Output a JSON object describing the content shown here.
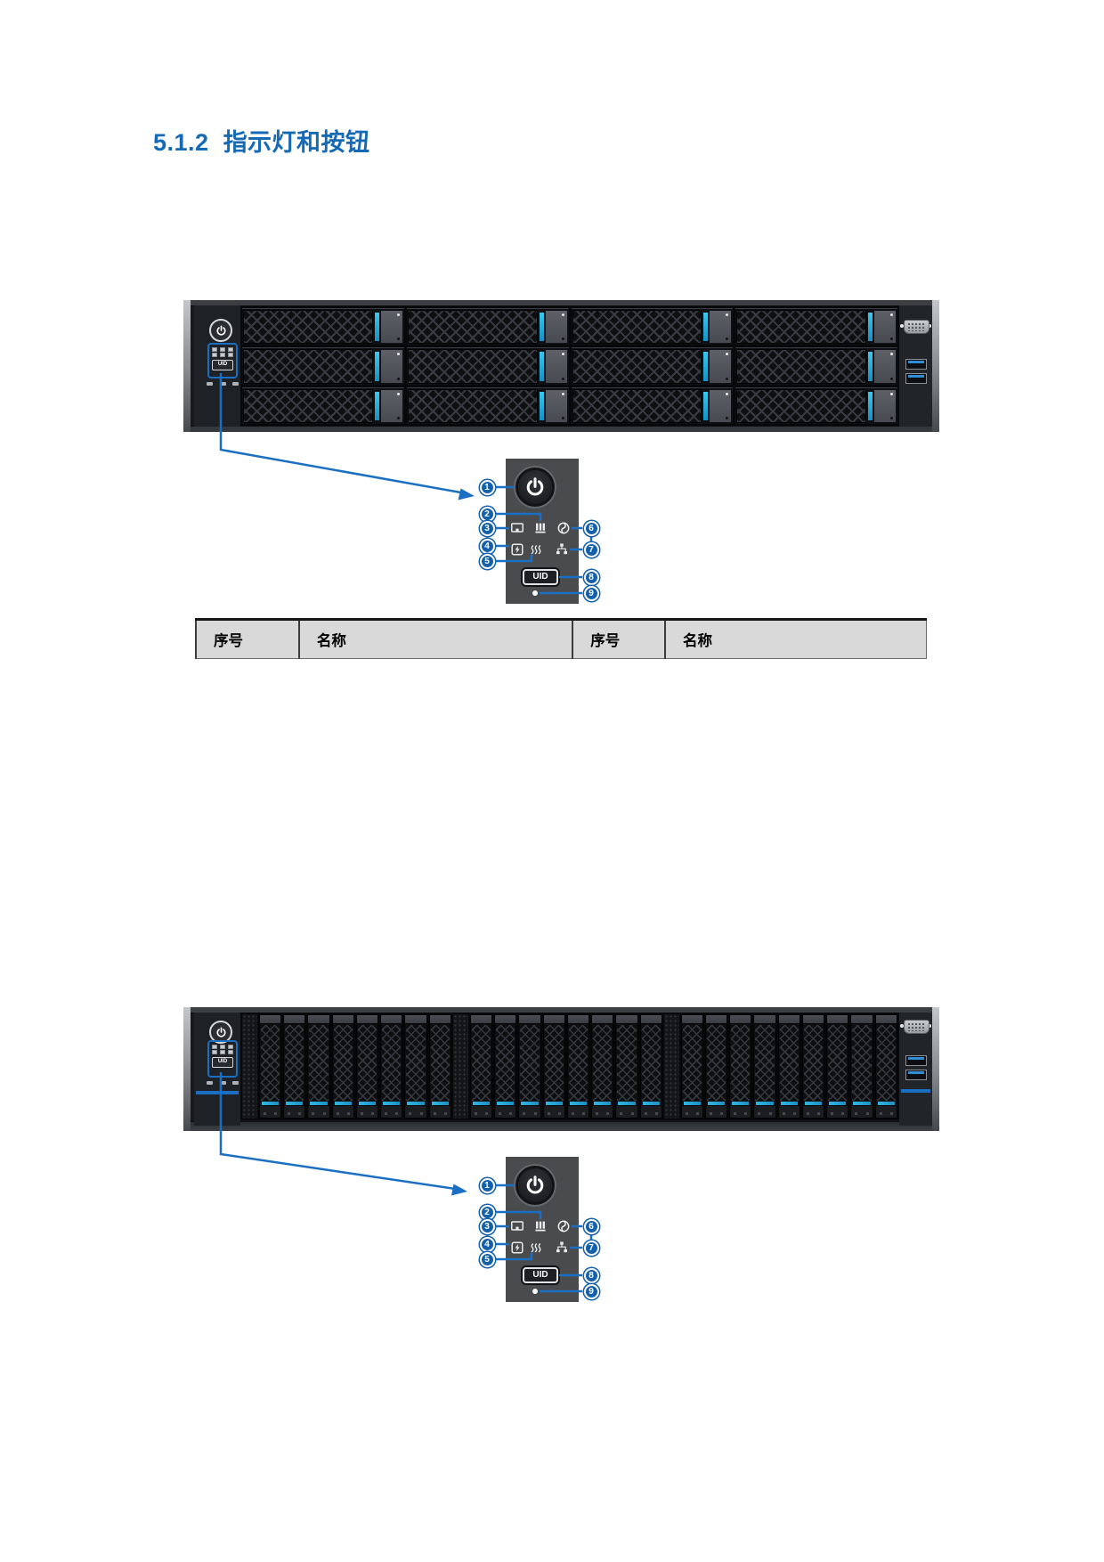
{
  "heading": {
    "section": "5.1.2",
    "title": "指示灯和按钮"
  },
  "labels": {
    "uid": "UID"
  },
  "callout": {
    "badges": [
      "1",
      "2",
      "3",
      "4",
      "5",
      "6",
      "7",
      "8",
      "9"
    ]
  },
  "table": {
    "headers": [
      "序号",
      "名称",
      "序号",
      "名称"
    ]
  },
  "servers": [
    {
      "bays": 12,
      "rows": 3,
      "columns": 4
    },
    {
      "bays": 25,
      "groups": [
        8,
        8,
        9
      ]
    }
  ],
  "colors": {
    "accent_blue": "#1a6fc2",
    "badge_blue": "#1460ab",
    "heading_blue": "#1669b4",
    "table_header_bg": "#d9d9d9",
    "callout_panel_gray": "#4a4b4d",
    "drive_led_cyan": "#2fb6e3"
  }
}
